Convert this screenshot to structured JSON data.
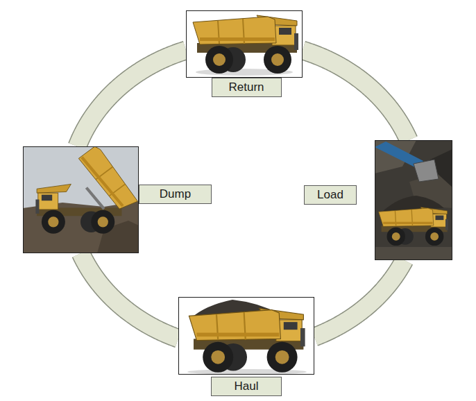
{
  "diagram": {
    "nodes": [
      {
        "text": [
          "Return"
        ]
      },
      {
        "text": [
          "Dump"
        ]
      },
      {
        "text": [
          "Load"
        ]
      },
      {
        "text": [
          "Haul"
        ]
      }
    ],
    "edges": [
      {
        "from": 2,
        "to": 3,
        "arrow": "none"
      },
      {
        "from": 3,
        "to": 1,
        "arrow": "none"
      },
      {
        "from": 1,
        "to": 0,
        "arrow": "none"
      },
      {
        "from": 0,
        "to": 2,
        "arrow": "none"
      }
    ]
  }
}
